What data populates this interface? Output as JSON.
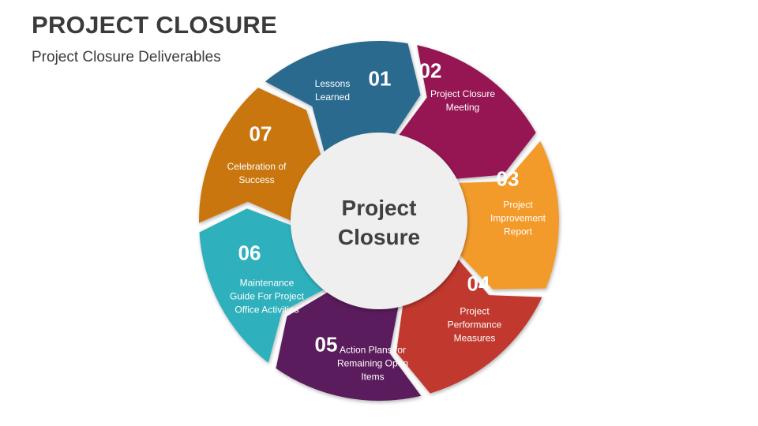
{
  "title": "PROJECT CLOSURE",
  "subtitle": "Project Closure Deliverables",
  "center_label": [
    "Project",
    "Closure"
  ],
  "items": [
    {
      "number": "01",
      "label": "Lessons Learned",
      "color": "#2b6a8e"
    },
    {
      "number": "02",
      "label": "Project Closure Meeting",
      "color": "#951452"
    },
    {
      "number": "03",
      "label": "Project Improvement Report",
      "color": "#f29b2b"
    },
    {
      "number": "04",
      "label": "Project Performance Measures",
      "color": "#c0392f"
    },
    {
      "number": "05",
      "label": "Action Plans for Remaining Open Items",
      "color": "#5a1a5c"
    },
    {
      "number": "06",
      "label": "Maintenance Guide For Project Office Activities",
      "color": "#2fb0bd"
    },
    {
      "number": "07",
      "label": "Celebration of Success",
      "color": "#c8760f"
    }
  ]
}
